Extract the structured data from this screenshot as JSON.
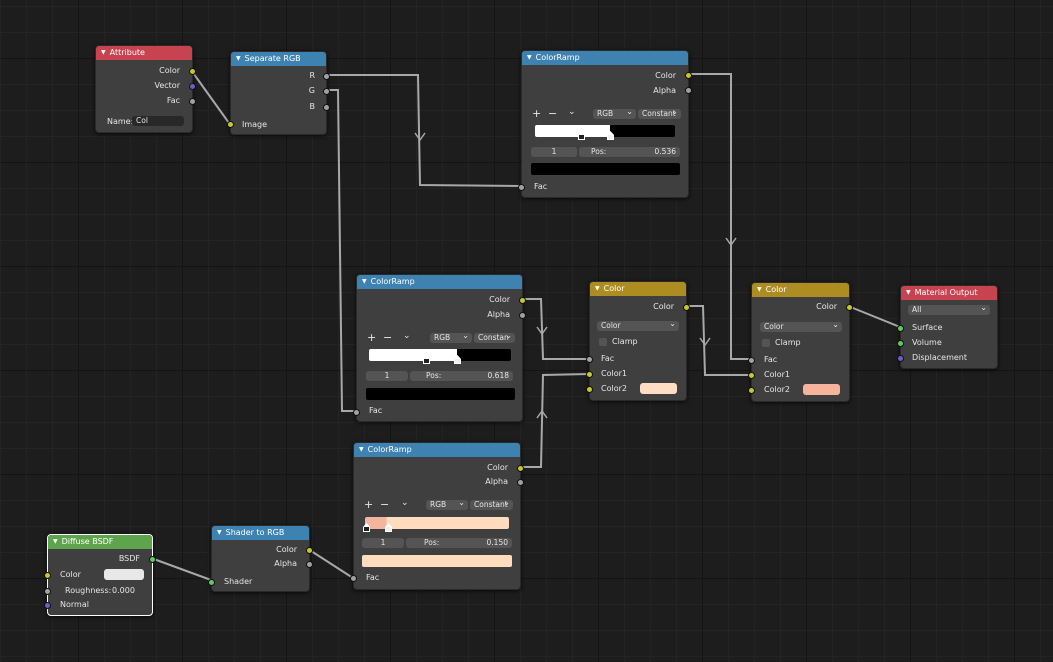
{
  "colors": {
    "input_header": "#c6434f",
    "converter_header": "#3d82b0",
    "color_header": "#ad8c22",
    "output_header": "#c6434f",
    "shader_header": "#5ea44d",
    "node_body": "#3f3f3f",
    "socket_color": "#c7c729",
    "socket_vector": "#6363c7",
    "socket_float": "#a1a1a1",
    "socket_shader": "#63c763",
    "peach": "#ffd9b8",
    "salmon": "#f7b49c"
  },
  "attribute": {
    "title": "Attribute",
    "outputs": [
      "Color",
      "Vector",
      "Fac"
    ],
    "name_label": "Name:",
    "name_value": "Col"
  },
  "separate_rgb": {
    "title": "Separate RGB",
    "outputs": [
      "R",
      "G",
      "B"
    ],
    "input": "Image"
  },
  "colorramp_top": {
    "title": "ColorRamp",
    "outputs": [
      "Color",
      "Alpha"
    ],
    "add": "+",
    "remove": "−",
    "more": "⌄",
    "color_mode": "RGB",
    "interpolation": "Constant",
    "index": "1",
    "pos_label": "Pos:",
    "pos_value": "0.536",
    "input": "Fac"
  },
  "colorramp_mid": {
    "title": "ColorRamp",
    "outputs": [
      "Color",
      "Alpha"
    ],
    "add": "+",
    "remove": "−",
    "more": "⌄",
    "color_mode": "RGB",
    "interpolation": "Constan",
    "index": "1",
    "pos_label": "Pos:",
    "pos_value": "0.618",
    "input": "Fac"
  },
  "colorramp_bot": {
    "title": "ColorRamp",
    "outputs": [
      "Color",
      "Alpha"
    ],
    "add": "+",
    "remove": "−",
    "more": "⌄",
    "color_mode": "RGB",
    "interpolation": "Constant",
    "index": "1",
    "pos_label": "Pos:",
    "pos_value": "0.150",
    "input": "Fac"
  },
  "mix1": {
    "title": "Color",
    "output": "Color",
    "blend_mode": "Color",
    "clamp": "Clamp",
    "inputs": [
      "Fac",
      "Color1",
      "Color2"
    ]
  },
  "mix2": {
    "title": "Color",
    "output": "Color",
    "blend_mode": "Color",
    "clamp": "Clamp",
    "inputs": [
      "Fac",
      "Color1",
      "Color2"
    ]
  },
  "material_output": {
    "title": "Material Output",
    "target": "All",
    "inputs": [
      "Surface",
      "Volume",
      "Displacement"
    ]
  },
  "diffuse": {
    "title": "Diffuse BSDF",
    "output": "BSDF",
    "color_label": "Color",
    "roughness_label": "Roughness:",
    "roughness_value": "0.000",
    "normal_label": "Normal"
  },
  "shader_to_rgb": {
    "title": "Shader to RGB",
    "outputs": [
      "Color",
      "Alpha"
    ],
    "input": "Shader"
  }
}
